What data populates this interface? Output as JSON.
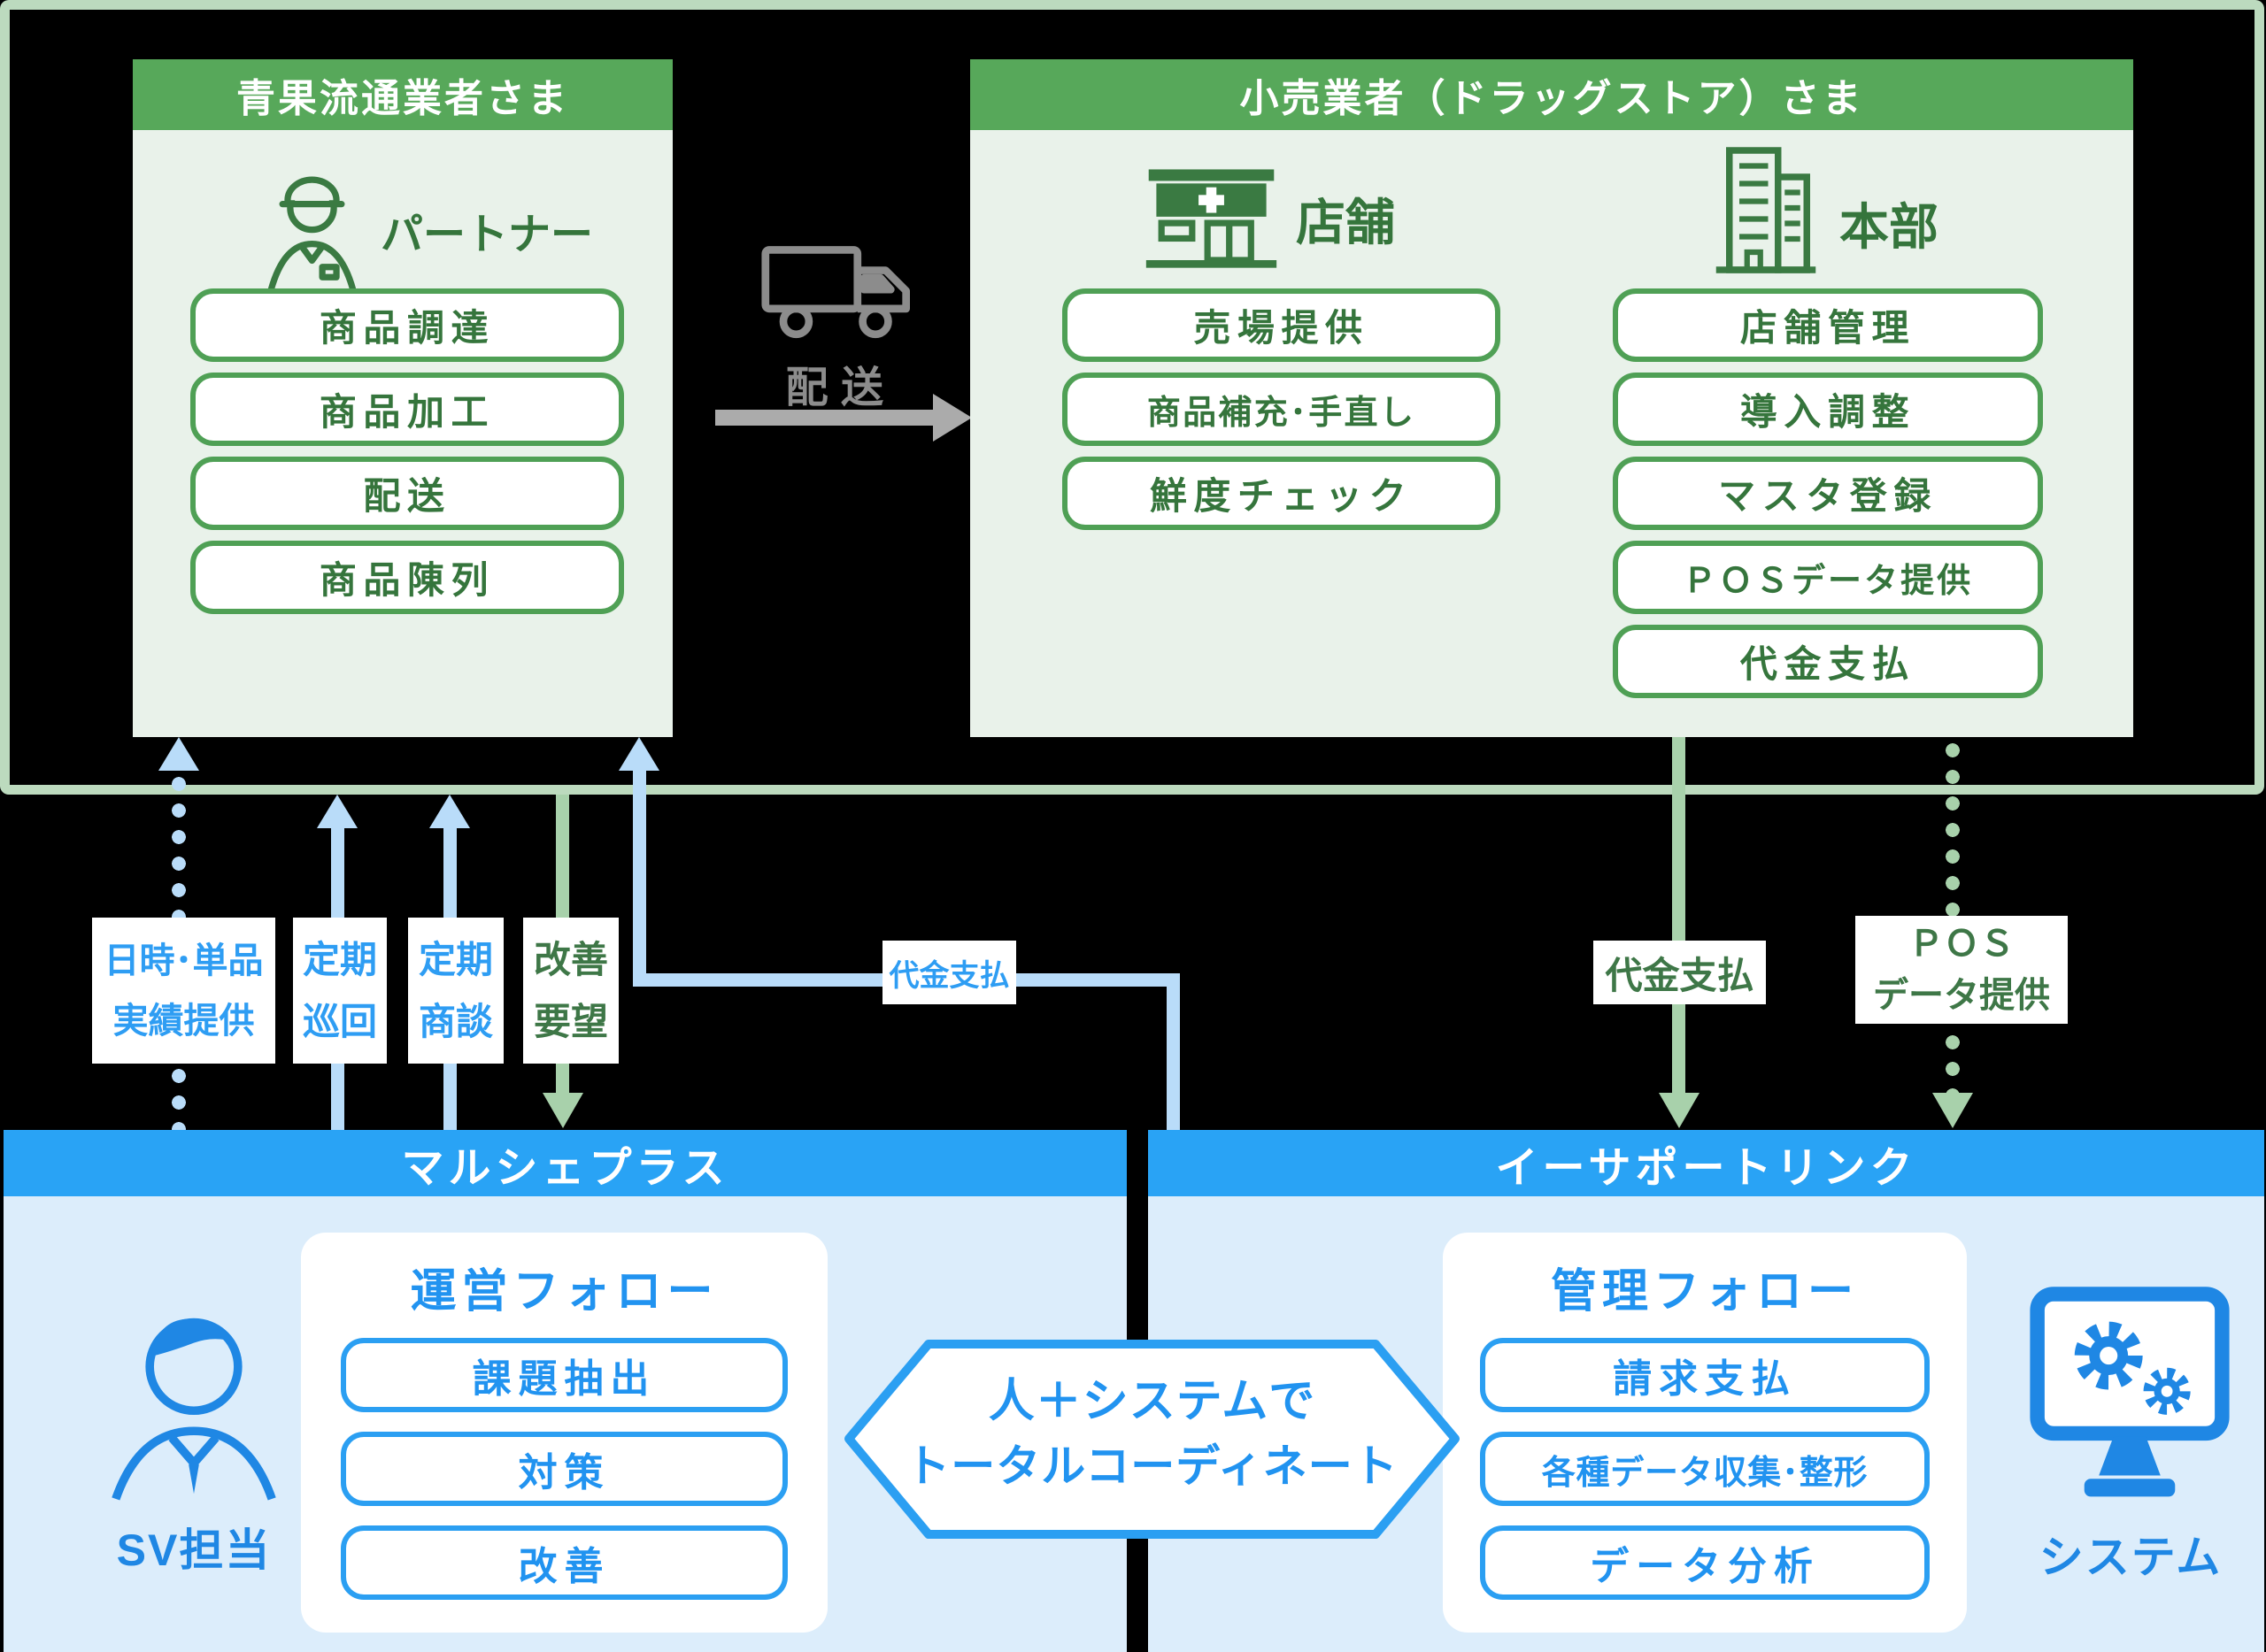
{
  "colors": {
    "outer_border": "#bcdabe",
    "green_header": "#57a85a",
    "green_body": "#e9f2ea",
    "green_button_border": "#4fa055",
    "green_text": "#35753c",
    "gray_delivery": "#8c8c8c",
    "blue_header": "#29a3f5",
    "blue_body": "#dcedfb",
    "blue_accent": "#2b9ff2",
    "blue_text": "#2193f0",
    "arrow_blue": "#b9dcf9",
    "arrow_green": "#a8d1ab"
  },
  "top": {
    "seika": {
      "title": "青果流通業者さま",
      "role": "パートナー",
      "buttons": [
        "商品調達",
        "商品加工",
        "配送",
        "商品陳列"
      ]
    },
    "delivery": {
      "label": "配送"
    },
    "retail": {
      "title": "小売業者（ドラッグストア）さま",
      "store": {
        "label": "店舗",
        "buttons": [
          "売場提供",
          "商品補充･手直し",
          "鮮度チェック"
        ]
      },
      "hq": {
        "label": "本部",
        "buttons": [
          "店舗管理",
          "導入調整",
          "マスタ登録",
          "ＰＯＳデータ提供",
          "代金支払"
        ]
      }
    }
  },
  "flows": {
    "jisseki": {
      "line1": "日時･単品",
      "line2": "実績提供"
    },
    "junkai": {
      "line1": "定期",
      "line2": "巡回"
    },
    "shodan": {
      "line1": "定期",
      "line2": "商談"
    },
    "kaizen": {
      "line1": "改善",
      "line2": "要望"
    },
    "payment_to_partner": {
      "label": "代金支払"
    },
    "payment_to_esl": {
      "label": "代金支払"
    },
    "pos": {
      "line1": "ＰＯＳ",
      "line2": "データ提供"
    }
  },
  "marche": {
    "title": "マルシェプラス",
    "person": "SV担当",
    "panel": {
      "title": "運営フォロー",
      "buttons": [
        "課題抽出",
        "対策",
        "改善"
      ]
    }
  },
  "hexagon": {
    "line1": "人＋システムで",
    "line2": "トータルコーディネート"
  },
  "esl": {
    "title": "イーサポートリンク",
    "panel": {
      "title": "管理フォロー",
      "buttons": [
        "請求支払",
        "各種データ収集･整形",
        "データ分析"
      ]
    },
    "system": "システム"
  }
}
